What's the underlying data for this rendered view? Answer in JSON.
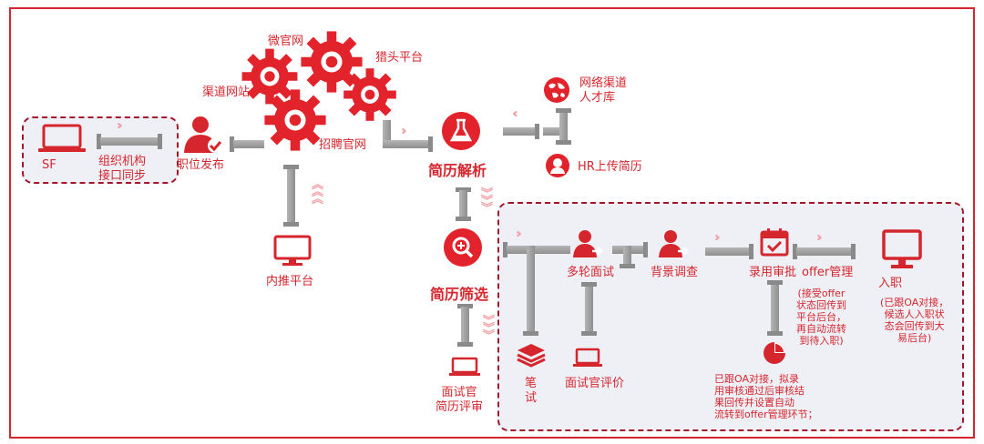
{
  "labels": {
    "sf": "SF",
    "org_sync": "组织机构\n接口同步",
    "job_post": "职位发布",
    "channel_site": "渠道网站",
    "wechat": "微官网",
    "headhunter": "猎头平台",
    "career_site": "招聘官网",
    "internal_ref": "内推平台",
    "resume_parse": "简历解析",
    "network_talent": "网络渠道\n人才库",
    "hr_upload": "HR上传简历",
    "resume_screen": "简历筛选",
    "interviewer_review": "面试官\n简历评审",
    "written_test": "笔\n试",
    "multi_interview": "多轮面试",
    "interviewer_eval": "面试官评价",
    "background_check": "背景调查",
    "hire_approval": "录用审批",
    "offer_mgmt": "offer管理",
    "offer_note": "(接受offer\n状态回传到\n平台后台，\n再自动流转\n到待入职)",
    "onboard": "入职",
    "onboard_note": "(已跟OA对接，\n候选人入职状\n态会回传到大\n易后台)",
    "oa_note": "已跟OA对接，拟录\n用审核通过后审核结\n果回传并设置自动\n流转到offer管理环节；"
  },
  "colors": {
    "accent": "#d6262d",
    "pipe": "#9a9a9a",
    "chevron": "#f2a3a8",
    "panel": "#eef0f6"
  },
  "icons": [
    "laptop-icon",
    "user-check-icon",
    "gear-icon",
    "flask-icon",
    "globe-icon",
    "user-circle-icon",
    "search-icon",
    "monitor-icon",
    "user-arrow-icon",
    "calendar-check-icon",
    "layers-icon",
    "pie-chart-icon"
  ]
}
